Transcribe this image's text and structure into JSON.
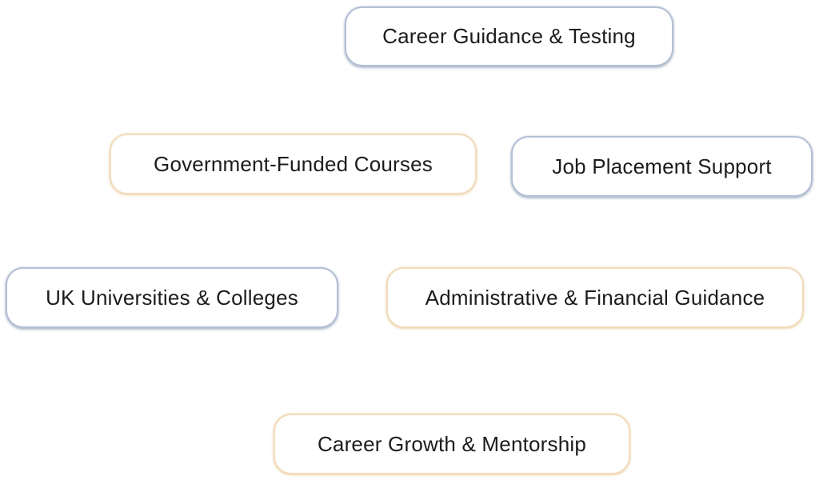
{
  "items": [
    {
      "label": "Career Guidance & Testing",
      "accent": "#b3c0d4"
    },
    {
      "label": "Government-Funded Courses",
      "accent": "#f1dcbc"
    },
    {
      "label": "Job Placement Support",
      "accent": "#b3c0d4"
    },
    {
      "label": "UK Universities & Colleges",
      "accent": "#b3c0d4"
    },
    {
      "label": "Administrative & Financial Guidance",
      "accent": "#f1dcbc"
    },
    {
      "label": "Career Growth & Mentorship",
      "accent": "#f1dcbc"
    }
  ]
}
